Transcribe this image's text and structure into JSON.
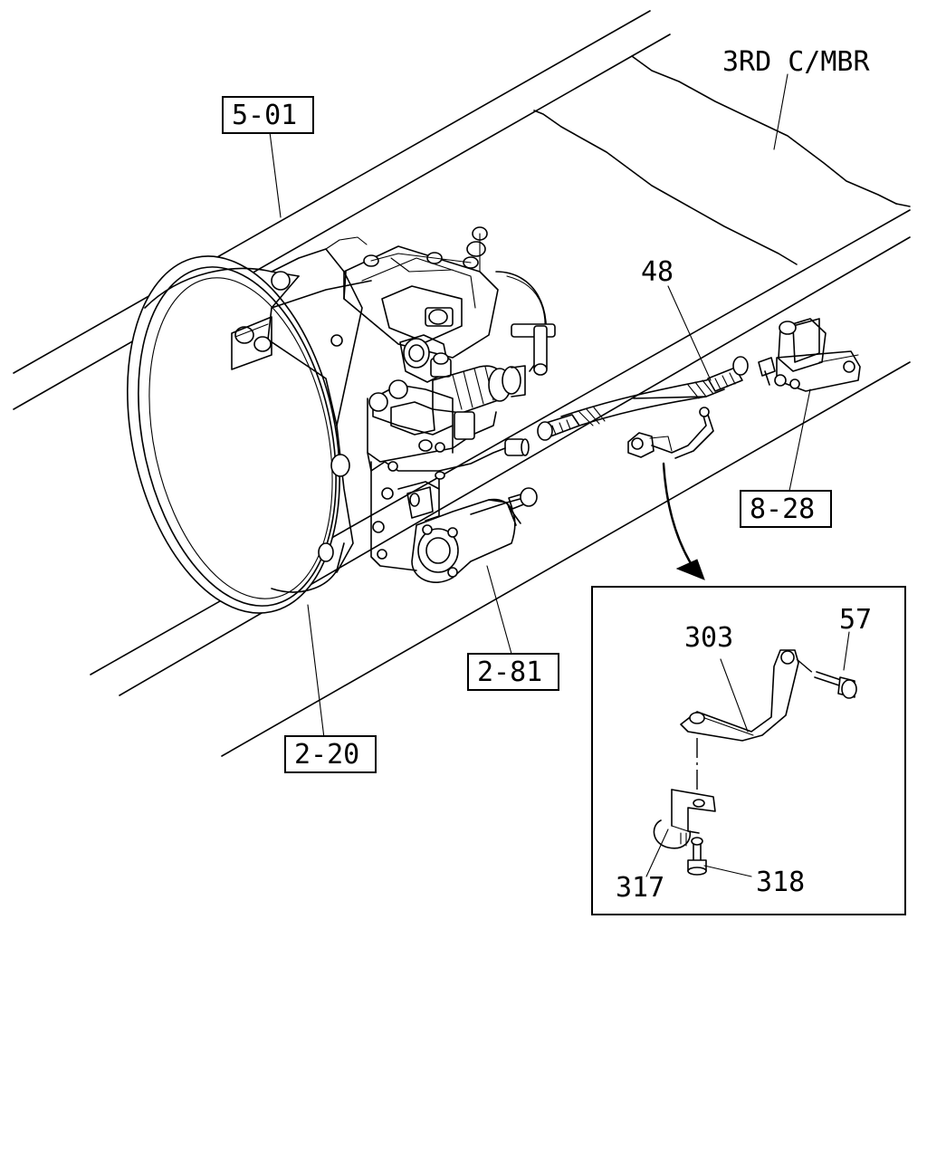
{
  "labels": {
    "crossmember": "3RD C/MBR",
    "hose": "48",
    "bracket": "303",
    "bolt_upper": "57",
    "clip": "317",
    "bolt_lower": "318"
  },
  "references": {
    "frame": "5-01",
    "valve": "8-28",
    "cylinder": "2-81",
    "transmission": "2-20"
  }
}
